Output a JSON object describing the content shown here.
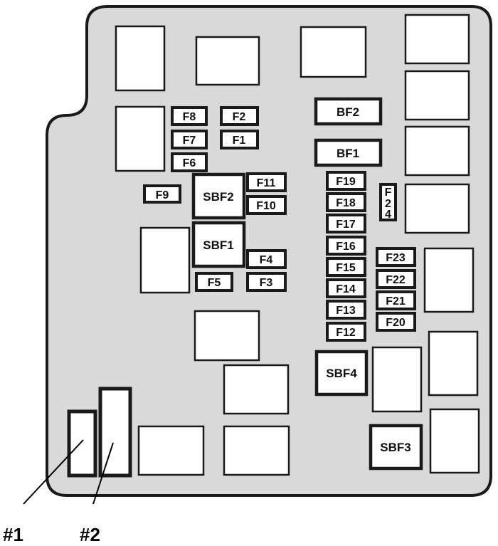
{
  "colors": {
    "panel_fill": "#d9d9d9",
    "outline": "#1a1a1a",
    "slot_fill": "#ffffff"
  },
  "fuses": {
    "f1": "F1",
    "f2": "F2",
    "f3": "F3",
    "f4": "F4",
    "f5": "F5",
    "f6": "F6",
    "f7": "F7",
    "f8": "F8",
    "f9": "F9",
    "f10": "F10",
    "f11": "F11",
    "f12": "F12",
    "f13": "F13",
    "f14": "F14",
    "f15": "F15",
    "f16": "F16",
    "f17": "F17",
    "f18": "F18",
    "f19": "F19",
    "f20": "F20",
    "f21": "F21",
    "f22": "F22",
    "f23": "F23",
    "f24_chars": [
      "F",
      "2",
      "4"
    ]
  },
  "blade_fuses": {
    "bf1": "BF1",
    "bf2": "BF2"
  },
  "slow_blow_fuses": {
    "sbf1": "SBF1",
    "sbf2": "SBF2",
    "sbf3": "SBF3",
    "sbf4": "SBF4"
  },
  "callouts": {
    "c1": "#1",
    "c2": "#2"
  }
}
